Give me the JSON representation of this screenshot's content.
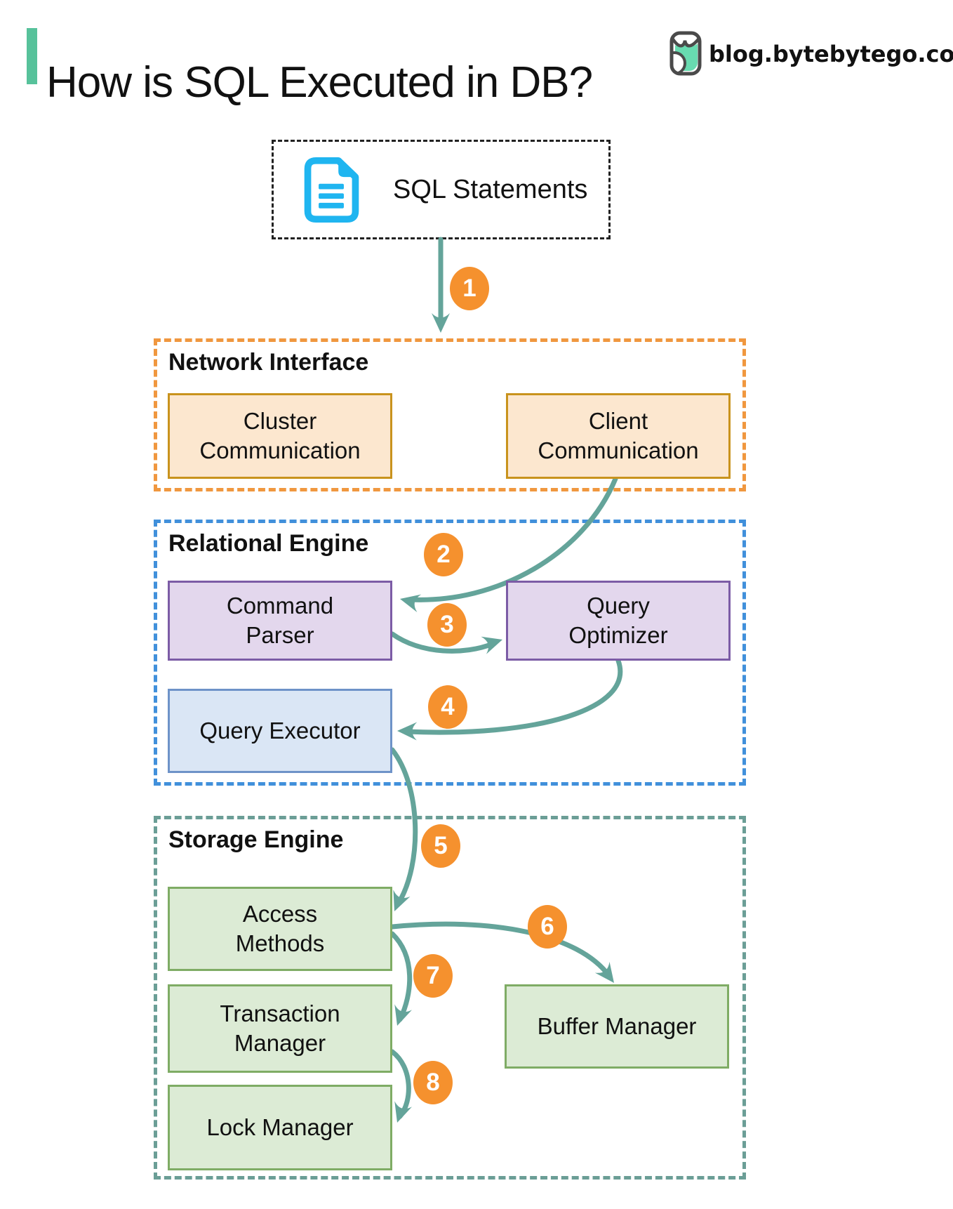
{
  "header": {
    "title": "How is SQL Executed in DB?",
    "brand": "blog.bytebytego.com",
    "accent_color": "#57C29B",
    "logo_icon": "bytebytego-owl-icon"
  },
  "source_box": {
    "label": "SQL Statements",
    "icon": "document-icon",
    "icon_color": "#1FB5F0"
  },
  "sections": [
    {
      "title": "Network Interface",
      "border_color": "#F0973F",
      "boxes": [
        {
          "label": "Cluster Communication",
          "fill": "#FCE7CF",
          "border": "#C9931D"
        },
        {
          "label": "Client Communication",
          "fill": "#FCE7CF",
          "border": "#C9931D"
        }
      ]
    },
    {
      "title": "Relational Engine",
      "border_color": "#4190DB",
      "boxes": [
        {
          "label": "Command Parser",
          "fill": "#E3D7ED",
          "border": "#7C5CA6"
        },
        {
          "label": "Query Optimizer",
          "fill": "#E3D7ED",
          "border": "#7C5CA6"
        },
        {
          "label": "Query Executor",
          "fill": "#DAE6F5",
          "border": "#6E93C8"
        }
      ]
    },
    {
      "title": "Storage Engine",
      "border_color": "#6B9E96",
      "boxes": [
        {
          "label": "Access Methods",
          "fill": "#DCEBD5",
          "border": "#7FAC65"
        },
        {
          "label": "Transaction Manager",
          "fill": "#DCEBD5",
          "border": "#7FAC65"
        },
        {
          "label": "Buffer Manager",
          "fill": "#DCEBD5",
          "border": "#7FAC65"
        },
        {
          "label": "Lock Manager",
          "fill": "#DCEBD5",
          "border": "#7FAC65"
        }
      ]
    }
  ],
  "flow": {
    "arrow_color": "#64A49A",
    "step_badge_color": "#F5912E",
    "edges": [
      {
        "step": "1",
        "from": "SQL Statements",
        "to": "Network Interface"
      },
      {
        "step": "2",
        "from": "Client Communication",
        "to": "Command Parser"
      },
      {
        "step": "3",
        "from": "Command Parser",
        "to": "Query Optimizer"
      },
      {
        "step": "4",
        "from": "Query Optimizer",
        "to": "Query Executor"
      },
      {
        "step": "5",
        "from": "Query Executor",
        "to": "Access Methods"
      },
      {
        "step": "6",
        "from": "Access Methods",
        "to": "Buffer Manager"
      },
      {
        "step": "7",
        "from": "Access Methods",
        "to": "Transaction Manager"
      },
      {
        "step": "8",
        "from": "Transaction Manager",
        "to": "Lock Manager"
      }
    ]
  }
}
